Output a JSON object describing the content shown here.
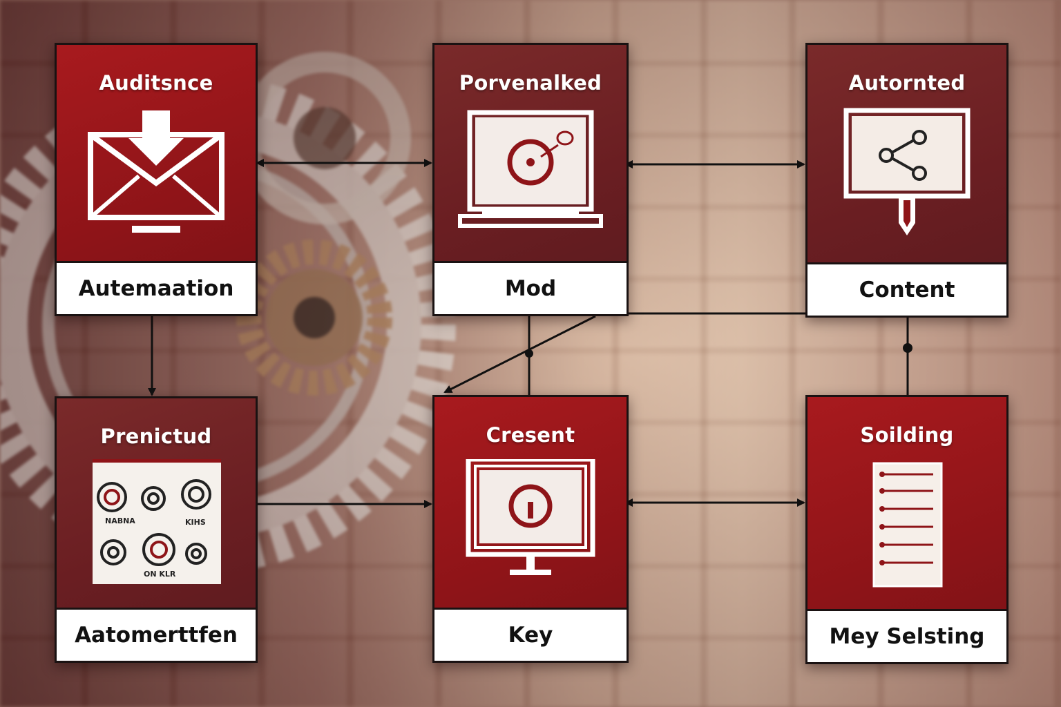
{
  "diagram": {
    "cards": [
      {
        "id": "c1",
        "title": "Auditsnce",
        "label": "Autemaation",
        "icon": "envelope-download-icon"
      },
      {
        "id": "c2",
        "title": "Porvenalked",
        "label": "Mod",
        "icon": "laptop-target-icon"
      },
      {
        "id": "c3",
        "title": "Autornted",
        "label": "Content",
        "icon": "presentation-share-icon"
      },
      {
        "id": "c4",
        "title": "Prenictud",
        "label": "Aatomerttfen",
        "icon": "gauges-panel-icon",
        "panel_text": [
          "NABNA",
          "KIHS",
          "ON KLR"
        ]
      },
      {
        "id": "c5",
        "title": "Cresent",
        "label": "Key",
        "icon": "monitor-target-icon"
      },
      {
        "id": "c6",
        "title": "Soilding",
        "label": "Mey Selsting",
        "icon": "checklist-icon"
      }
    ]
  },
  "colors": {
    "card_red": "#8e1418",
    "card_dark": "#6a1e22",
    "label_bg": "#ffffff",
    "connector": "#111111",
    "background_warm": "#c9a58c"
  }
}
